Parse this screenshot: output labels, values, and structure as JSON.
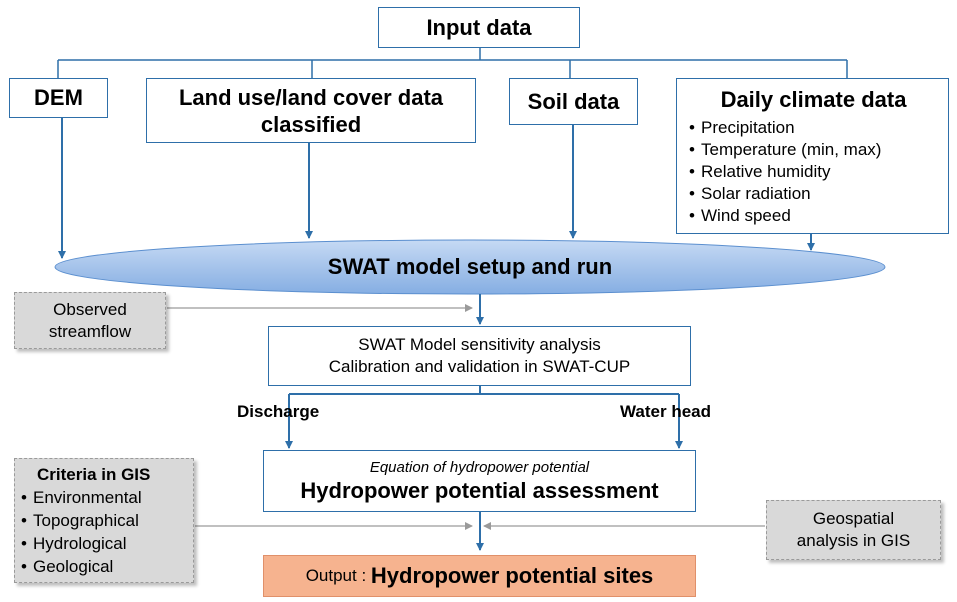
{
  "input": {
    "title": "Input data"
  },
  "dem": {
    "label": "DEM"
  },
  "landuse": {
    "line1": "Land use/land cover data",
    "line2": "classified"
  },
  "soil": {
    "label": "Soil data"
  },
  "climate": {
    "title": "Daily climate data",
    "items": [
      "Precipitation",
      "Temperature (min, max)",
      "Relative humidity",
      "Solar radiation",
      "Wind speed"
    ]
  },
  "swat": {
    "label": "SWAT model setup and run"
  },
  "observed": {
    "line1": "Observed",
    "line2": "streamflow"
  },
  "sensitivity": {
    "line1": "SWAT Model sensitivity analysis",
    "line2": "Calibration and validation in SWAT-CUP"
  },
  "discharge": {
    "label": "Discharge"
  },
  "waterhead": {
    "label": "Water head"
  },
  "equation": {
    "subtitle": "Equation of hydropower potential",
    "title": "Hydropower potential assessment"
  },
  "criteria": {
    "title": "Criteria in GIS",
    "items": [
      "Environmental",
      "Topographical",
      "Hydrological",
      "Geological"
    ]
  },
  "geospatial": {
    "line1": "Geospatial",
    "line2": "analysis in GIS"
  },
  "output": {
    "prefix": "Output : ",
    "title": "Hydropower potential sites"
  },
  "colors": {
    "line": "#2e6fa9",
    "ellipse": "#a9c7ee",
    "output_fill": "#f6b38f",
    "gray_box": "#d9d9d9"
  }
}
